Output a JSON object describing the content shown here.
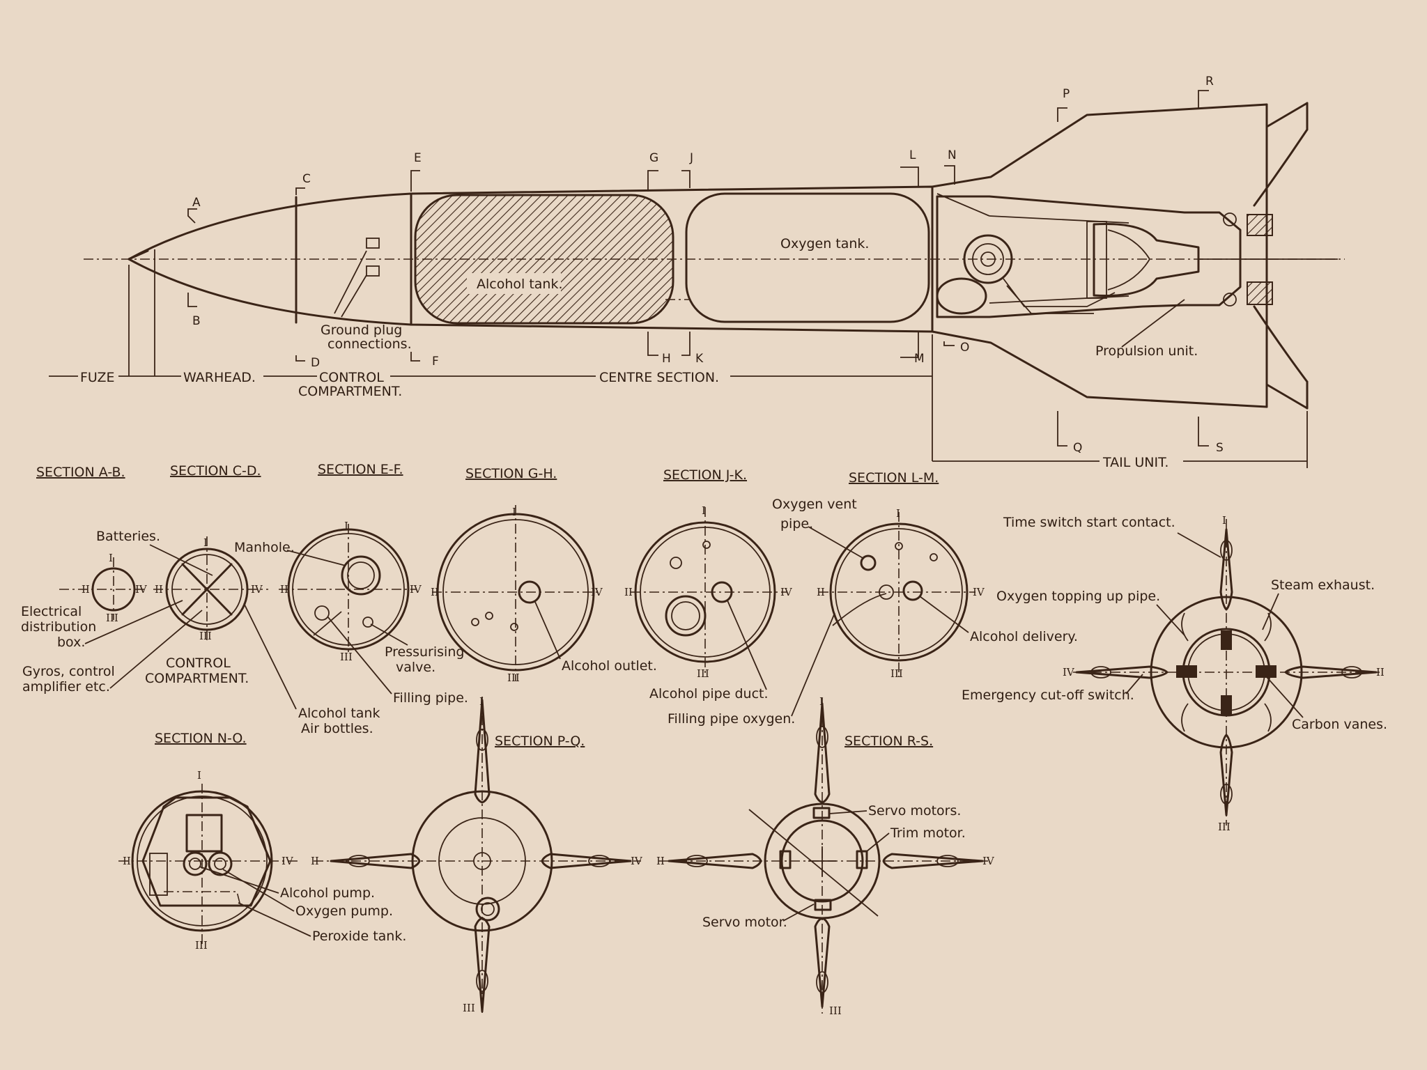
{
  "diagram": {
    "side_view_labels": {
      "alcohol_tank": "Alcohol tank.",
      "oxygen_tank": "Oxygen tank.",
      "ground_plug_1": "Ground plug",
      "ground_plug_2": "connections.",
      "propulsion_unit": "Propulsion unit."
    },
    "section_letters": [
      "A",
      "B",
      "C",
      "D",
      "E",
      "F",
      "G",
      "H",
      "J",
      "K",
      "L",
      "M",
      "N",
      "O",
      "P",
      "Q",
      "R",
      "S"
    ],
    "dimensions": {
      "fuze": "FUZE",
      "warhead": "WARHEAD.",
      "control_1": "CONTROL",
      "control_2": "COMPARTMENT.",
      "centre": "CENTRE SECTION.",
      "tail": "TAIL UNIT."
    },
    "section_titles": {
      "ab": "SECTION A-B.",
      "cd": "SECTION C-D.",
      "ef": "SECTION E-F.",
      "gh": "SECTION G-H.",
      "jk": "SECTION J-K.",
      "lm": "SECTION L-M.",
      "no": "SECTION N-O.",
      "pq": "SECTION P-Q.",
      "rs": "SECTION R-S."
    },
    "section_labels": {
      "batteries": "Batteries.",
      "electrical_1": "Electrical",
      "electrical_2": "distribution",
      "electrical_3": "box.",
      "gyros_1": "Gyros, control",
      "gyros_2": "amplifier etc.",
      "control_1": "CONTROL",
      "control_2": "COMPARTMENT.",
      "manhole": "Manhole.",
      "pressurising_1": "Pressurising",
      "pressurising_2": "valve.",
      "filling_pipe": "Filling pipe.",
      "air_bottles_1": "Alcohol tank",
      "air_bottles_2": "Air bottles.",
      "alcohol_outlet": "Alcohol outlet.",
      "alcohol_pipe_duct": "Alcohol pipe duct.",
      "filling_pipe_oxygen": "Filling pipe oxygen.",
      "oxygen_vent_1": "Oxygen vent",
      "oxygen_vent_2": "pipe.",
      "alcohol_delivery": "Alcohol delivery.",
      "time_switch": "Time switch start contact.",
      "steam_exhaust": "Steam exhaust.",
      "oxygen_topping": "Oxygen topping up pipe.",
      "emergency_cutoff": "Emergency cut-off switch.",
      "carbon_vanes": "Carbon vanes.",
      "alcohol_pump": "Alcohol pump.",
      "oxygen_pump": "Oxygen pump.",
      "peroxide_tank": "Peroxide tank.",
      "servo_motors": "Servo motors.",
      "trim_motor": "Trim motor.",
      "servo_motor": "Servo motor."
    },
    "roman": {
      "i": "I",
      "ii": "II",
      "iii": "III",
      "iv": "IV"
    }
  }
}
